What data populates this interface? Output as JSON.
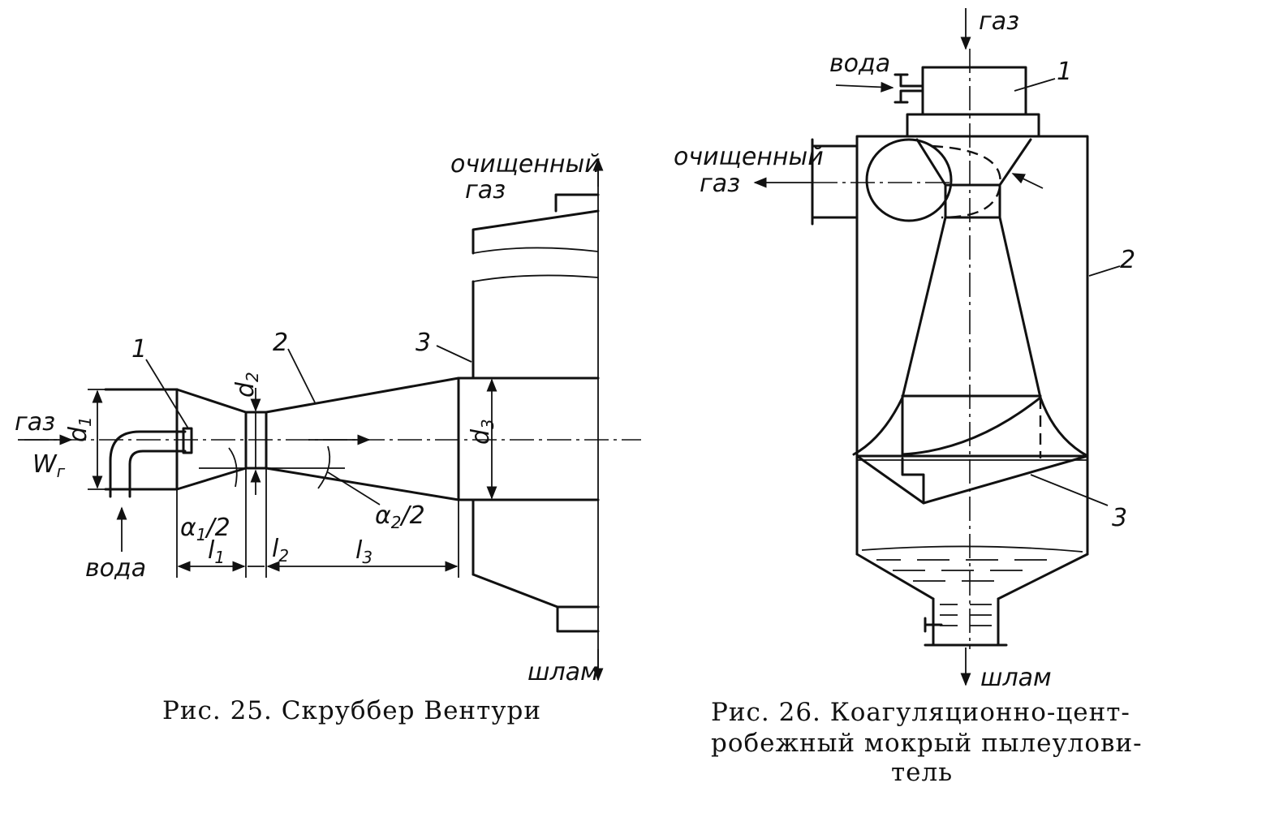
{
  "figure25": {
    "caption": "Рис. 25. Скруббер Вентури",
    "labels": {
      "gas_in": "газ",
      "gas_velocity": "W",
      "gas_velocity_sub": "г",
      "water_in": "вода",
      "clean_gas_line1": "очищенный",
      "clean_gas_line2": "газ",
      "sludge": "шлам",
      "d1": "d",
      "d1_sub": "1",
      "d2": "d",
      "d2_sub": "2",
      "d3": "d",
      "d3_sub": "3",
      "alpha1": "α",
      "alpha1_sub": "1",
      "alpha1_rest": "/2",
      "alpha2": "α",
      "alpha2_sub": "2",
      "alpha2_rest": "/2",
      "l1": "l",
      "l1_sub": "1",
      "l2": "l",
      "l2_sub": "2",
      "l3": "l",
      "l3_sub": "3",
      "part1": "1",
      "part2": "2",
      "part3": "3"
    }
  },
  "figure26": {
    "caption_line1": "Рис. 26.  Коагуляционно-цент-",
    "caption_line2": "робежный  мокрый  пылеулови-",
    "caption_line3": "тель",
    "labels": {
      "gas_in": "газ",
      "water_in": "вода",
      "clean_gas_line1": "очищенный",
      "clean_gas_line2": "газ",
      "sludge": "шлам",
      "part1": "1",
      "part2": "2",
      "part3": "3"
    }
  }
}
